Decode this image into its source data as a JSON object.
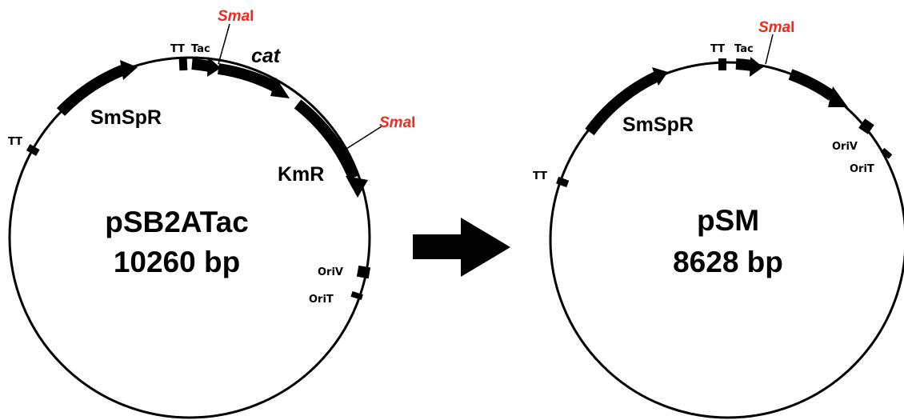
{
  "plasmid_left": {
    "name": "pSB2ATac",
    "size": "10260 bp",
    "genes": {
      "smspr": "SmSpR",
      "cat": "cat",
      "kmr": "KmR"
    },
    "features": {
      "tt_top": "TT",
      "tac": "Tac",
      "tt_left": "TT",
      "oriv": "OriV",
      "orit": "OriT"
    },
    "sites": [
      {
        "italic": "Sma",
        "roman": "I"
      },
      {
        "italic": "Sma",
        "roman": "I"
      }
    ]
  },
  "plasmid_right": {
    "name": "pSM",
    "size": "8628 bp",
    "genes": {
      "smspr": "SmSpR"
    },
    "features": {
      "tt_top": "TT",
      "tac": "Tac",
      "tt_left": "TT",
      "oriv": "OriV",
      "orit": "OriT"
    },
    "sites": [
      {
        "italic": "Sma",
        "roman": "I"
      }
    ]
  },
  "colors": {
    "restriction_site": "#ee2b1f",
    "ink": "#000000"
  },
  "arrow_icon": "right-arrow-icon"
}
